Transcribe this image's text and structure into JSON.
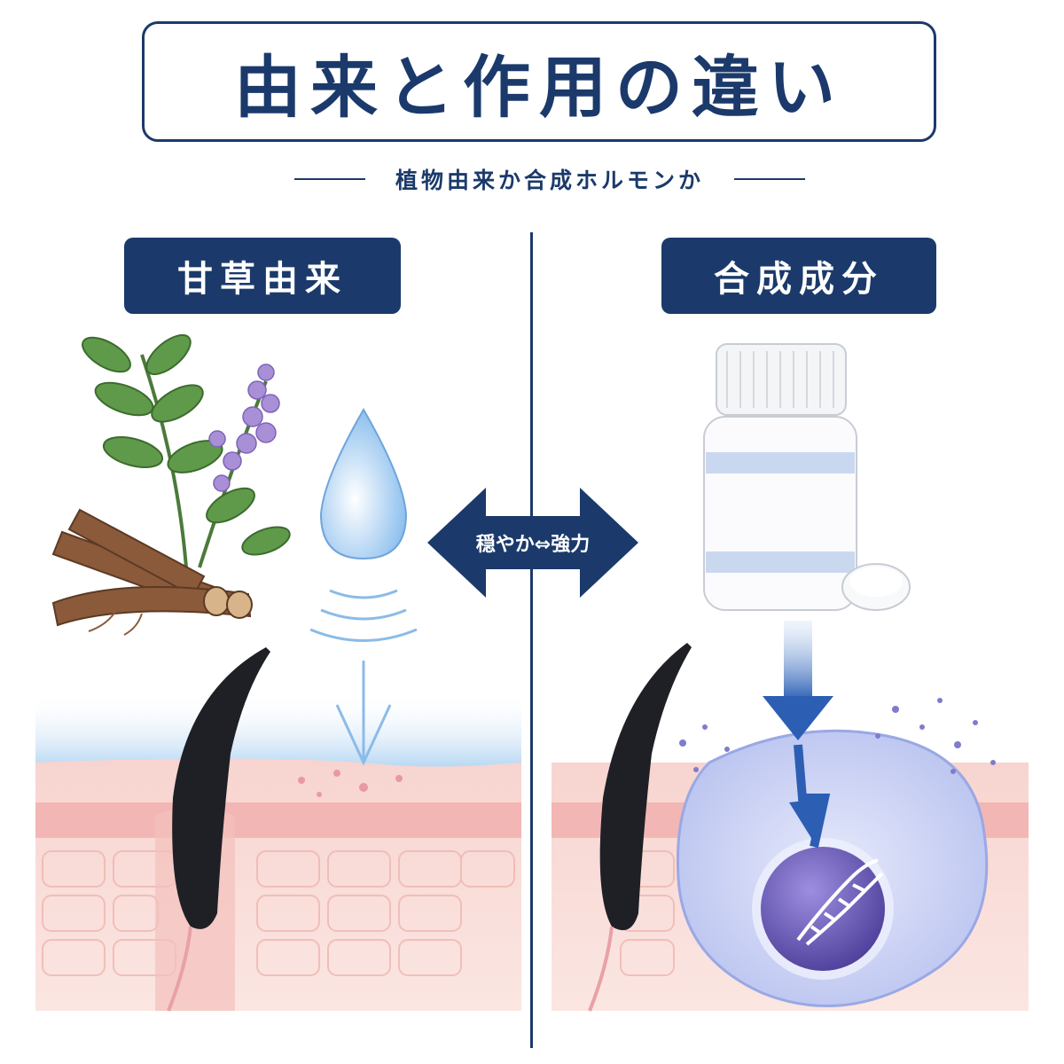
{
  "title": "由来と作用の違い",
  "subtitle": "植物由来か合成ホルモンか",
  "left": {
    "label": "甘草由来"
  },
  "right": {
    "label": "合成成分"
  },
  "center_arrow": {
    "text": "穏やか⇔強力"
  },
  "colors": {
    "navy": "#1b3a6b",
    "skin": "#f6c9c5",
    "skin_light": "#fbe3df",
    "water_blue": "#7fb6ea",
    "cell_purple": "#6a5ab8"
  },
  "icons": {
    "plant": "licorice-plant-icon",
    "drop": "water-drop-icon",
    "bottle": "pill-bottle-icon",
    "tablet": "tablet-icon",
    "cell": "cell-nucleus-icon",
    "dna": "dna-icon"
  }
}
